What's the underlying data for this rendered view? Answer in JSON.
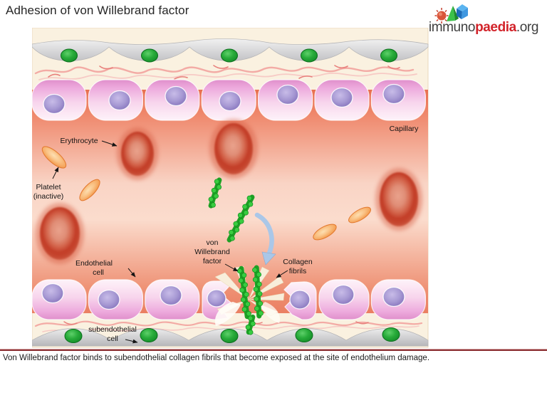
{
  "header": {
    "title": "Adhesion of von Willebrand factor",
    "logo": {
      "part1": "immuno",
      "part2": "paedia",
      "part3": ".org"
    }
  },
  "diagram": {
    "labels": {
      "erythrocyte": "Erythrocyte",
      "platelet_line1": "Platelet",
      "platelet_line2": "(inactive)",
      "capillary": "Capillary",
      "endothelial_line1": "Endothelial",
      "endothelial_line2": "cell",
      "vwf_line1": "von",
      "vwf_line2": "Willebrand",
      "vwf_line3": "factor",
      "collagen_line1": "Collagen",
      "collagen_line2": "fibrils",
      "subendothelial_line1": "subendothelial",
      "subendothelial_line2": "cell"
    },
    "colors": {
      "vwf_green": "#2eb82e",
      "erythrocyte_red": "#c23b26",
      "platelet_orange": "#f5a158",
      "endothelial_pink": "#f0b9e0",
      "nucleus_purple": "#9786c8",
      "subendothelial_green": "#1e9a30",
      "lumen_salmon": "#ee8166",
      "separator_red": "#8c3033",
      "logo_red": "#d2232a"
    }
  },
  "caption": {
    "text": "Von Willebrand factor binds to subendothelial collagen fibrils that become exposed at the site of endothelium damage."
  }
}
